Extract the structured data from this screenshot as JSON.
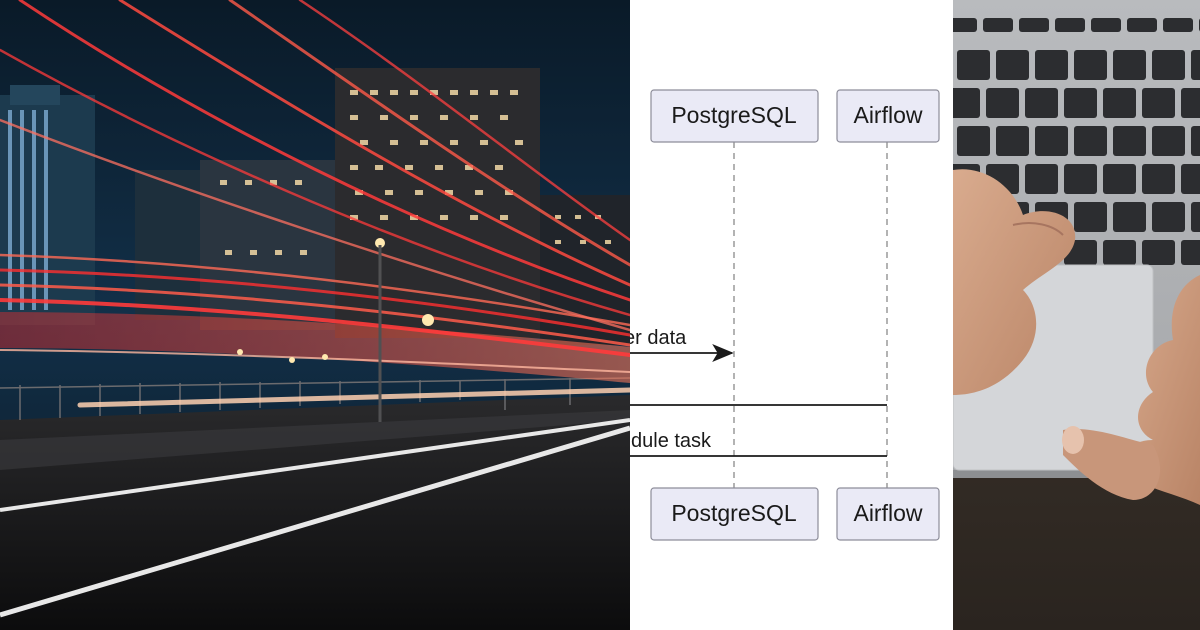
{
  "diagram": {
    "actors": [
      {
        "id": "postgres",
        "label": "PostgreSQL"
      },
      {
        "id": "airflow",
        "label": "Airflow"
      }
    ],
    "messages": [
      {
        "label": "er data"
      },
      {
        "label": "dule task"
      }
    ]
  },
  "colors": {
    "actor_fill": "#eaeaf6",
    "actor_stroke": "#8d8d9a",
    "light_trail": "#ff3b3b",
    "night_sky": "#0e2233"
  }
}
